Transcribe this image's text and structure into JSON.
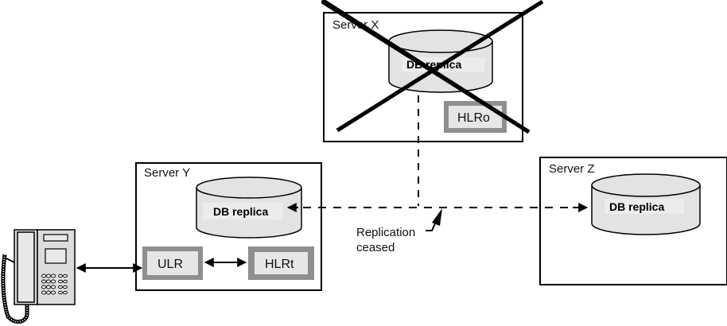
{
  "servers": {
    "x": {
      "label": "Server X",
      "db_label": "DB  replica",
      "component": "HLRo",
      "status": "failed"
    },
    "y": {
      "label": "Server Y",
      "db_label": "DB replica",
      "components": [
        "ULR",
        "HLRt"
      ]
    },
    "z": {
      "label": "Server Z",
      "db_label": "DB replica"
    }
  },
  "annotation": {
    "line1": "Replication",
    "line2": "ceased"
  },
  "colors": {
    "cylinder_fill": "#e3e3e3",
    "component_border": "#8f8f8f",
    "component_fill": "#e6e6e6",
    "stroke": "#000000"
  },
  "icons": {
    "phone": "telephone-icon",
    "failure": "cross-mark-icon"
  }
}
